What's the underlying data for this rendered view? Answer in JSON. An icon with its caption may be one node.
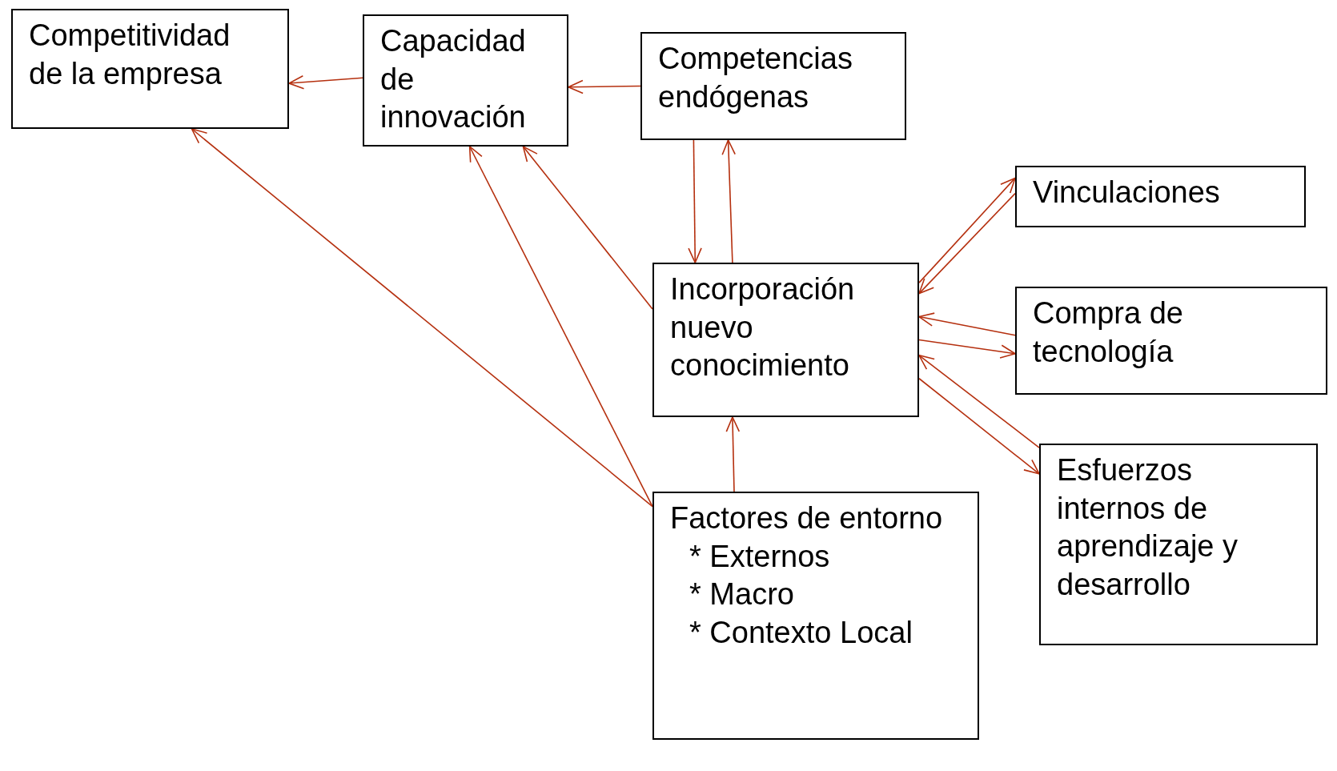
{
  "diagram": {
    "nodes": [
      {
        "text": [
          "Competitividad de la empresa"
        ]
      },
      {
        "text": [
          "Capacidad de innovación"
        ]
      },
      {
        "text": [
          "Competencias endógenas"
        ]
      },
      {
        "text": [
          "Vinculaciones"
        ]
      },
      {
        "text": [
          "Incorporación nuevo conocimiento"
        ]
      },
      {
        "text": [
          "Compra de tecnología"
        ]
      },
      {
        "text": [
          "Esfuerzos internos de aprendizaje y desarrollo"
        ]
      },
      {
        "text": [
          "Factores de entorno",
          "* Externos",
          "* Macro",
          "* Contexto Local"
        ]
      }
    ],
    "edges": [
      {
        "from": 1,
        "to": 0,
        "arrow": "to"
      },
      {
        "from": 2,
        "to": 1,
        "arrow": "to"
      },
      {
        "from": 2,
        "to": 4,
        "arrow": "to"
      },
      {
        "from": 4,
        "to": 2,
        "arrow": "to"
      },
      {
        "from": 4,
        "to": 1,
        "arrow": "to"
      },
      {
        "from": 7,
        "to": 0,
        "arrow": "to"
      },
      {
        "from": 7,
        "to": 1,
        "arrow": "to"
      },
      {
        "from": 7,
        "to": 4,
        "arrow": "to"
      },
      {
        "from": 4,
        "to": 3,
        "arrow": "to"
      },
      {
        "from": 3,
        "to": 4,
        "arrow": "to"
      },
      {
        "from": 5,
        "to": 4,
        "arrow": "to"
      },
      {
        "from": 4,
        "to": 5,
        "arrow": "to"
      },
      {
        "from": 4,
        "to": 6,
        "arrow": "to"
      },
      {
        "from": 6,
        "to": 4,
        "arrow": "to"
      }
    ]
  }
}
